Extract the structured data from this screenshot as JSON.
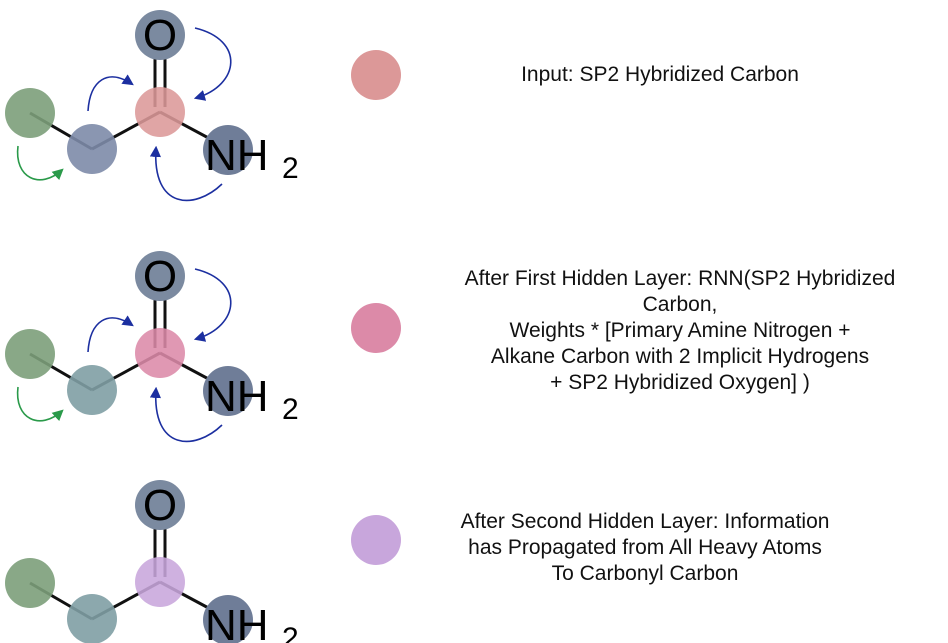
{
  "colors": {
    "methyl": "#7c9e7a",
    "ch2_a": "#7d8ba8",
    "ch2_b": "#7f9ea4",
    "oxygen": "#7b8aa0",
    "nitrogen": "#6f7d98",
    "input_carbon": "#dc9898",
    "hidden1_carbon": "#dc8aa8",
    "hidden2_carbon": "#c8a6dc",
    "blue_arrow": "#1c2fa0",
    "green_arrow": "#2a9a4a"
  },
  "atoms": {
    "oxygen": "O",
    "nitrogen": "NH",
    "nitrogen_subscript": "2"
  },
  "panels": [
    {
      "legend_color": "#dc9898",
      "description": [
        "Input: SP2 Hybridized Carbon"
      ]
    },
    {
      "legend_color": "#dc8aa8",
      "description": [
        "After First Hidden Layer: RNN(SP2 Hybridized",
        "Carbon,",
        "Weights * [Primary Amine Nitrogen +",
        "Alkane Carbon with 2 Implicit Hydrogens",
        "+ SP2 Hybridized Oxygen] )"
      ]
    },
    {
      "legend_color": "#c8a6dc",
      "description": [
        "After Second Hidden Layer: Information",
        "has Propagated from All Heavy Atoms",
        "To Carbonyl Carbon"
      ]
    }
  ]
}
